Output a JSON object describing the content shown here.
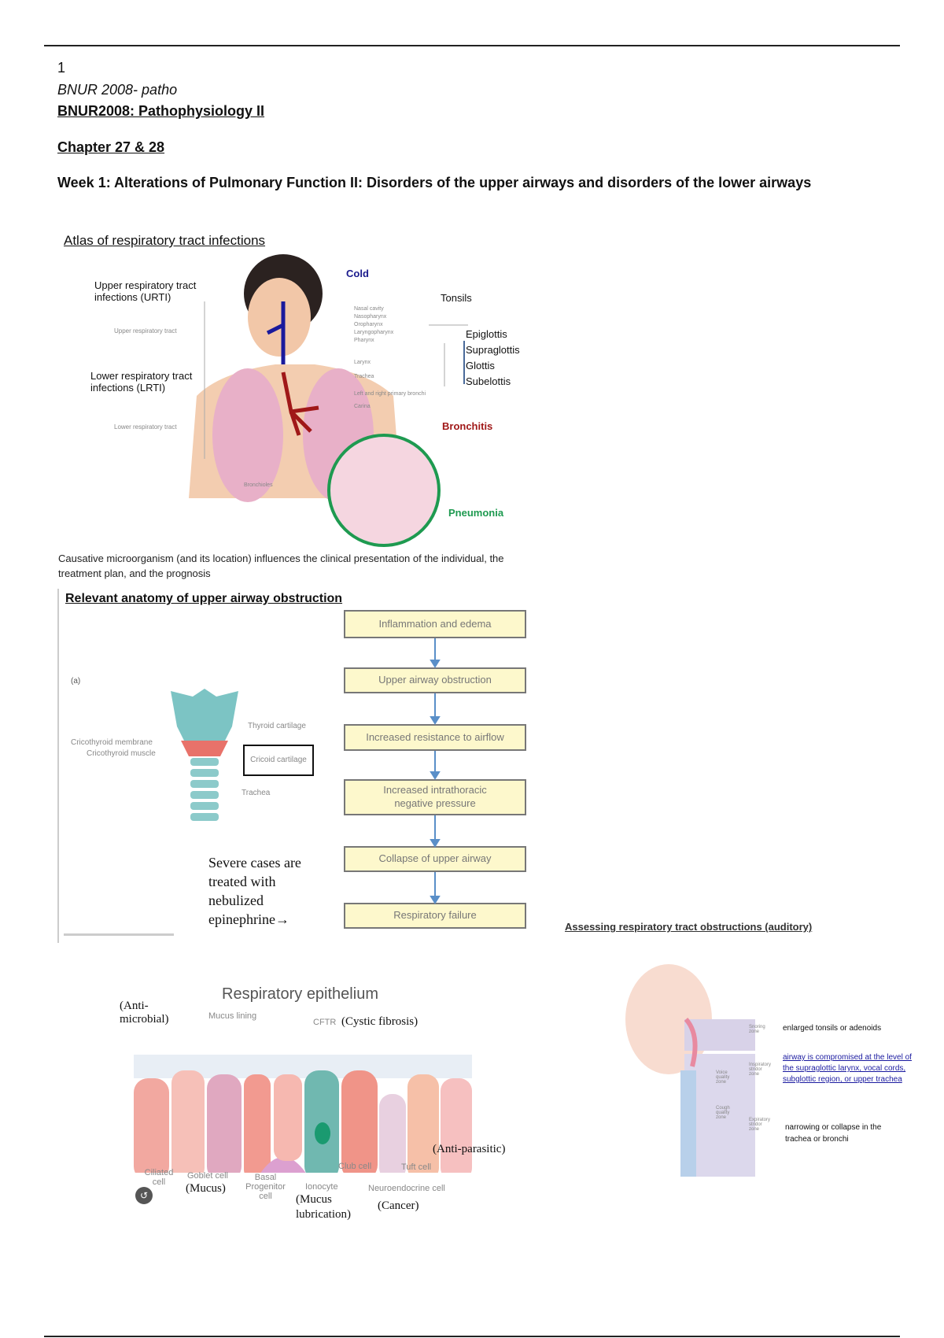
{
  "header": {
    "page_number": "1",
    "running_title": "BNUR 2008- patho",
    "course": "BNUR2008: Pathophysiology II",
    "chapter": "Chapter 27 & 28",
    "week": "Week 1: Alterations of Pulmonary Function II: Disorders of the upper airways and disorders of the lower airways"
  },
  "atlas": {
    "title": "Atlas of respiratory tract infections",
    "urti": "Upper respiratory tract infections (URTI)",
    "lrti": "Lower respiratory tract infections (LRTI)",
    "upper_tract": "Upper respiratory tract",
    "lower_tract": "Lower respiratory tract",
    "cold": "Cold",
    "tonsils": "Tonsils",
    "structures": [
      "Nasal cavity",
      "Nasopharynx",
      "Oropharynx",
      "Laryngopharynx",
      "Pharynx",
      "Larynx",
      "Trachea",
      "Left and right primary bronchi",
      "Carina",
      "Bronchioles"
    ],
    "larynx_regions": [
      "Epiglottis",
      "Supraglottis",
      "Glottis",
      "Subelottis"
    ],
    "bronchitis": "Bronchitis",
    "pneumonia": "Pneumonia",
    "caption": "Causative microorganism (and its location) influences the clinical presentation of the individual, the treatment plan, and the prognosis"
  },
  "airway": {
    "title": "Relevant anatomy of upper airway obstruction",
    "panel_label": "(a)",
    "labels": [
      "Thyroid cartilage",
      "Cricothyroid membrane",
      "Cricothyroid muscle",
      "Cricoid cartilage",
      "Trachea"
    ],
    "note": "Severe cases are treated with nebulized epinephrine→",
    "flow": [
      "Inflammation and edema",
      "Upper airway obstruction",
      "Increased resistance to airflow",
      "Increased intrathoracic negative pressure",
      "Collapse of upper airway",
      "Respiratory failure"
    ]
  },
  "assessing": {
    "title": "Assessing respiratory tract obstructions (auditory)",
    "zones": [
      "Snoring zone",
      "Inspiratory stridor zone",
      "Voice quality zone",
      "Cough quality zone",
      "Expiratory stridor zone"
    ],
    "notes": [
      "enlarged tonsils or adenoids",
      "airway is compromised at the level of the supraglottic larynx, vocal cords, subglottic region, or upper trachea",
      "narrowing or collapse in the trachea or bronchi"
    ]
  },
  "epithelium": {
    "title": "Respiratory epithelium",
    "annotations": [
      "(Anti-microbial)",
      "Mucus lining",
      "CFTR",
      "(Cystic fibrosis)",
      "(Anti-parasitic)",
      "(Mucus)",
      "(Mucus lubrication)",
      "(Cancer)"
    ],
    "cells": [
      "Ciliated cell",
      "Goblet cell",
      "Basal Progenitor cell",
      "Ionocyte",
      "Club cell",
      "Tuft cell",
      "Neuroendocrine cell"
    ]
  },
  "colors": {
    "cold": "#1a1a8c",
    "bronchitis": "#a01818",
    "pneumonia": "#1e9a50",
    "flow_box": "#fdf8cc"
  }
}
